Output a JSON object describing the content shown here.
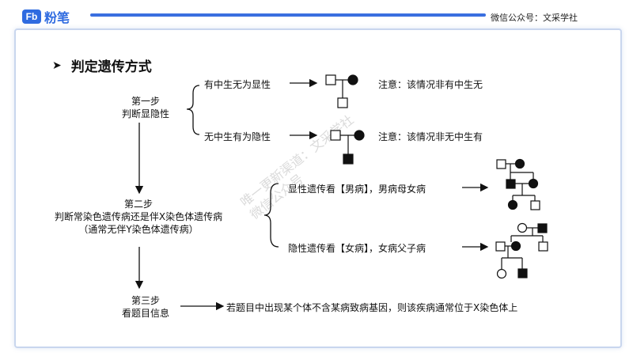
{
  "header": {
    "logo_text": "粉笔",
    "logo_mark": "Fb",
    "wechat": "微信公众号：文采学社"
  },
  "title": "判定遗传方式",
  "step1": {
    "line1": "第一步",
    "line2": "判断显隐性"
  },
  "branch1": {
    "label": "有中生无为显性",
    "note": "注意：该情况非有中生无"
  },
  "branch2": {
    "label": "无中生有为隐性",
    "note": "注意：该情况非无中生有"
  },
  "step2": {
    "line1": "第二步",
    "line2": "判断常染色遗传病还是伴X染色体遗传病",
    "line3": "（通常无伴Y染色体遗传病）"
  },
  "branch3": {
    "label": "显性遗传看【男病】，男病母女病"
  },
  "branch4": {
    "label": "隐性遗传看【女病】，女病父子病"
  },
  "step3": {
    "line1": "第三步",
    "line2": "看题目信息",
    "text": "若题目中出现某个体不含某病致病基因，则该疾病通常位于X染色体上"
  },
  "watermark": {
    "line1": "唯一更新渠道：文采学社",
    "line2": "微信公众号"
  }
}
